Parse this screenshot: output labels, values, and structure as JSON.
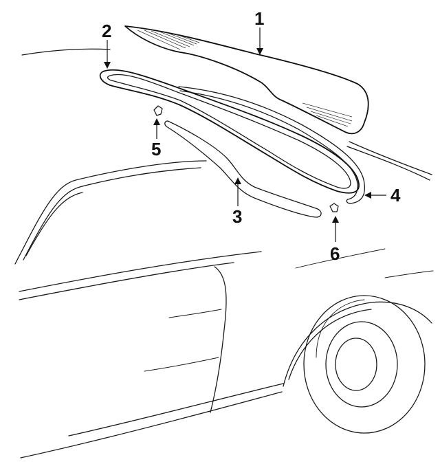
{
  "callouts": [
    {
      "id": "1",
      "label": "1"
    },
    {
      "id": "2",
      "label": "2"
    },
    {
      "id": "3",
      "label": "3"
    },
    {
      "id": "4",
      "label": "4"
    },
    {
      "id": "5",
      "label": "5"
    },
    {
      "id": "6",
      "label": "6"
    }
  ],
  "colors": {
    "ink": "#111111",
    "background": "#ffffff"
  }
}
